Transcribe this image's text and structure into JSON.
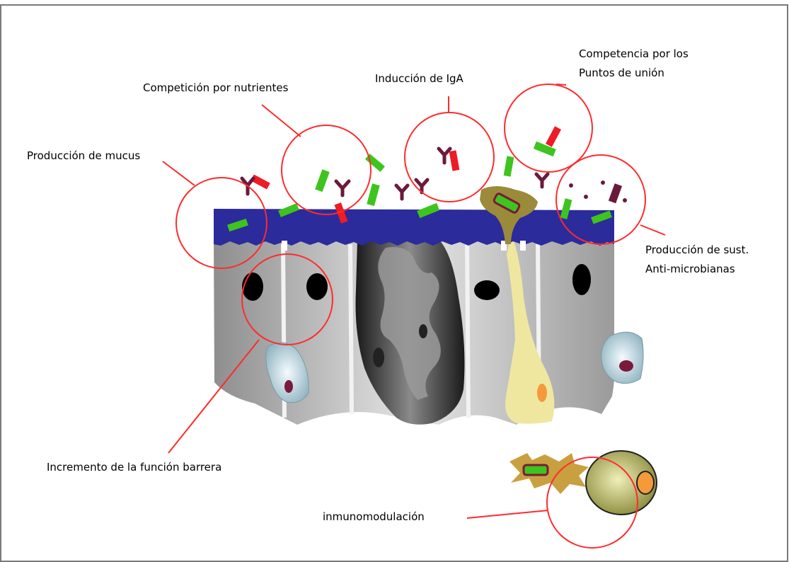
{
  "labels": {
    "mucus": "Producción de mucus",
    "nutrients": "Competición por nutrientes",
    "iga": "Inducción de IgA",
    "binding_line1": "Competencia por los",
    "binding_line2": "Puntos de unión",
    "antimicrobial_line1": "Producción de sust.",
    "antimicrobial_line2": "Anti-microbianas",
    "barrier": "Incremento de la función barrera",
    "immuno": "inmunomodulación"
  },
  "colors": {
    "annotation": "#ff2b2b",
    "mucus_layer": "#2b2b9b",
    "bacteria": "#3ec41e",
    "pathogen": "#ee1c24",
    "antibody": "#6b1a3c",
    "epithelium": "#c4c4c4",
    "goblet_cell": "#3a3a3a",
    "m_cell": "#efe7a0",
    "nucleus": "#000000"
  }
}
